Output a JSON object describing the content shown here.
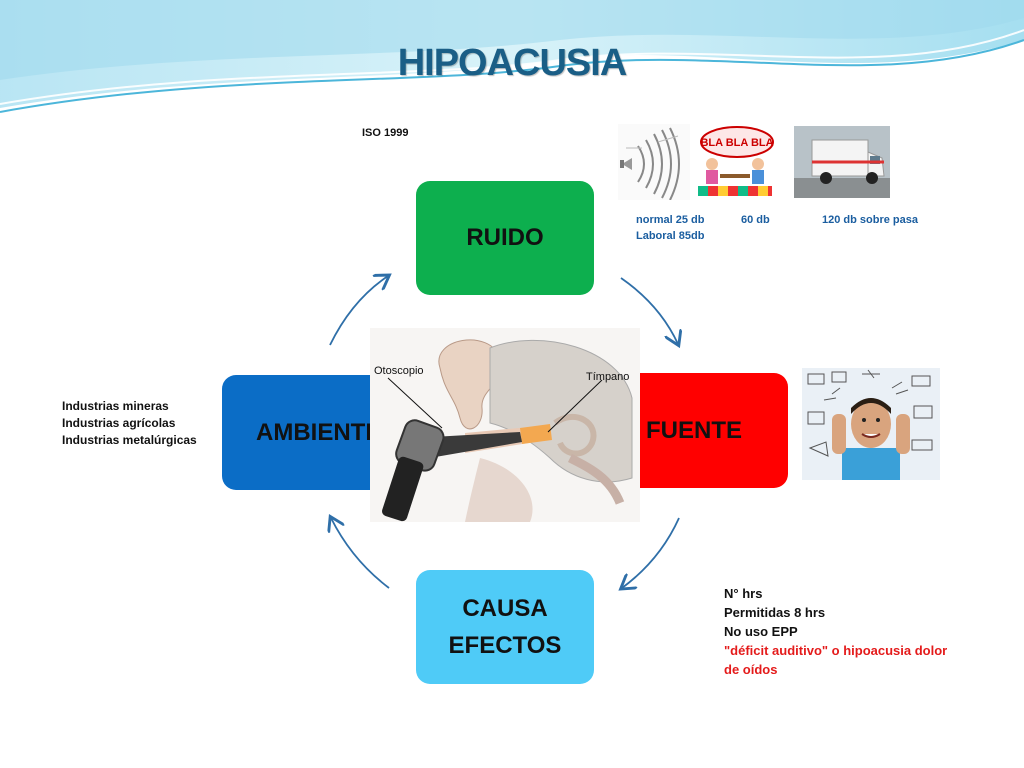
{
  "title": "HIPOACUSIA",
  "iso_label": "ISO 1999",
  "nodes": {
    "ruido": "RUIDO",
    "fuente": "FUENTE",
    "ambiente": "AMBIENTE",
    "causa_line1": "CAUSA",
    "causa_line2": "EFECTOS"
  },
  "center_image": {
    "label_left": "Otoscopio",
    "label_right": "Tímpano"
  },
  "noise_levels": {
    "normal": "normal 25 db",
    "mid": "60 db",
    "high": "120 db sobre pasa",
    "laboral": "Laboral 85db"
  },
  "bla_text": "BLA BLA BLA",
  "industries": [
    "Industrias mineras",
    "Industrias agrícolas",
    "Industrias metalúrgicas"
  ],
  "effects": {
    "line1": "N° hrs",
    "line2": "Permitidas 8 hrs",
    "line3": "No uso EPP",
    "line4_red": "\"déficit auditivo\"  o hipoacusia dolor de oídos"
  },
  "colors": {
    "ruido": "#0daf4e",
    "fuente": "#ff0000",
    "ambiente": "#0b6dc6",
    "causa": "#4fcbf7",
    "arrow": "#2f6fa8",
    "title": "#1a5e86"
  }
}
